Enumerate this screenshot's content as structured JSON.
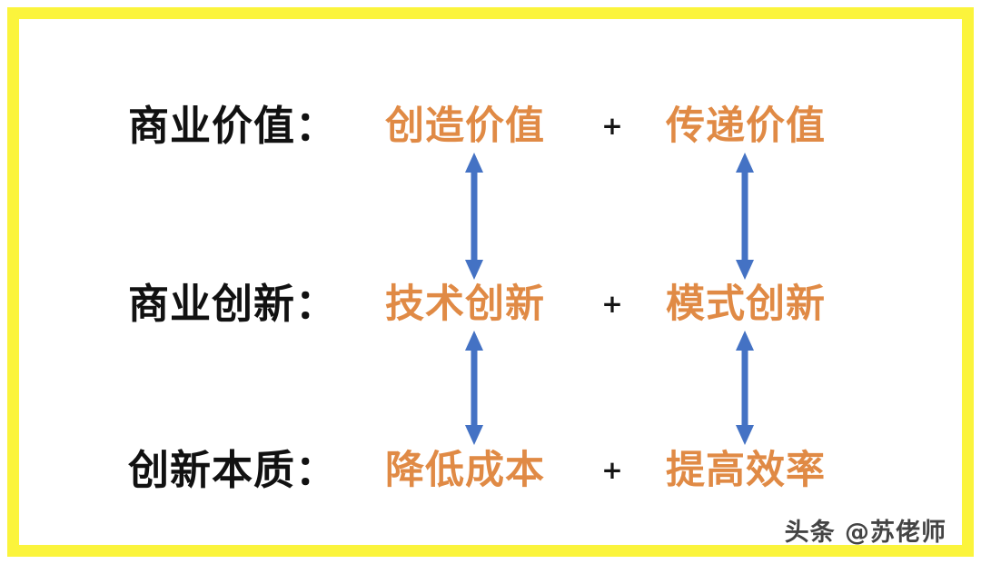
{
  "frame": {
    "border_color": "#FBF43C",
    "background": "#ffffff"
  },
  "palette": {
    "label_black": "#111111",
    "term_orange": "#E08A45",
    "arrow_blue": "#4472C4",
    "frame_yellow": "#FBF43C",
    "plus_black": "#141414"
  },
  "rows": [
    {
      "label": "商业价值：",
      "left_term": "创造价值",
      "operator": "+",
      "right_term": "传递价值"
    },
    {
      "label": "商业创新：",
      "left_term": "技术创新",
      "operator": "+",
      "right_term": "模式创新"
    },
    {
      "label": "创新本质：",
      "left_term": "降低成本",
      "operator": "+",
      "right_term": "提高效率"
    }
  ],
  "connectors": [
    {
      "name": "left-column-row1-to-row2",
      "direction": "double"
    },
    {
      "name": "right-column-row1-to-row2",
      "direction": "double"
    },
    {
      "name": "left-column-row2-to-row3",
      "direction": "double"
    },
    {
      "name": "right-column-row2-to-row3",
      "direction": "double"
    }
  ],
  "watermark": {
    "text": "头条 @苏佬师"
  }
}
